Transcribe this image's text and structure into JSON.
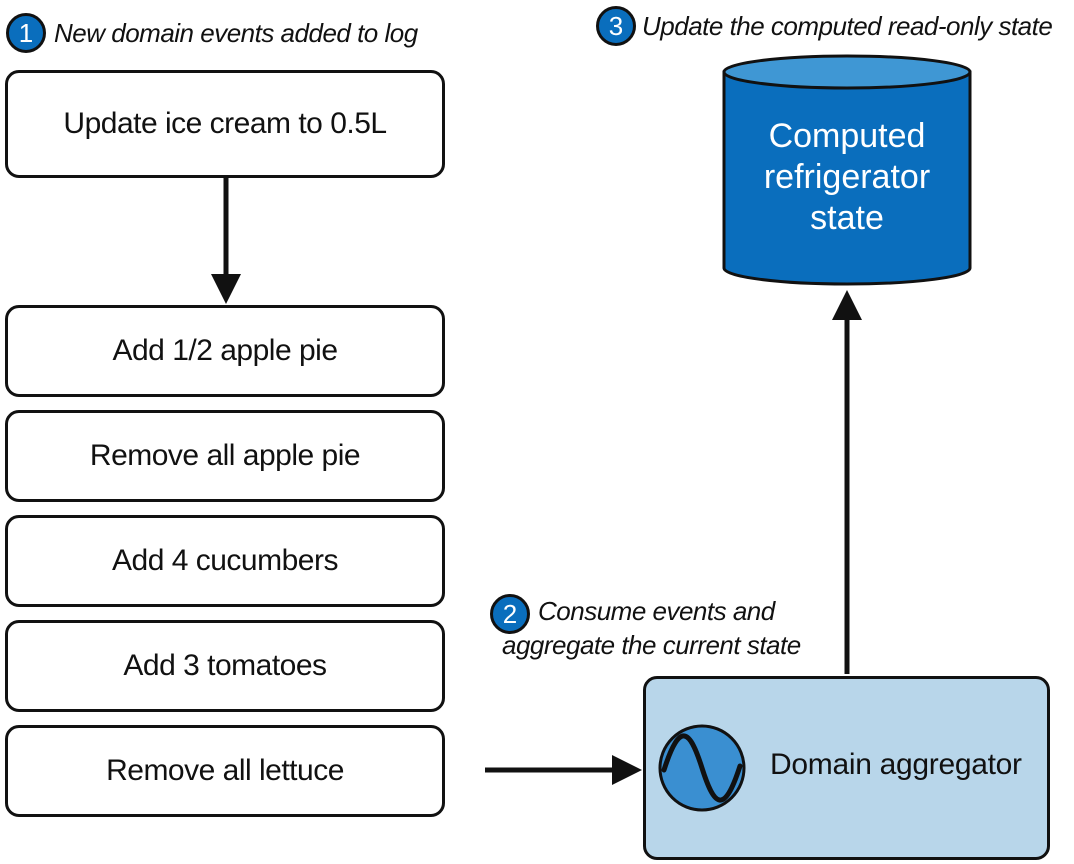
{
  "steps": {
    "step1": {
      "number": "1",
      "text": "New domain events added to log"
    },
    "step2": {
      "number": "2",
      "line1": "Consume events and",
      "line2": "aggregate the current state"
    },
    "step3": {
      "number": "3",
      "text": "Update the computed read-only state"
    }
  },
  "event_log": {
    "latest_event": "Update ice cream to 0.5L",
    "events": [
      "Add 1/2 apple pie",
      "Remove all apple pie",
      "Add 4 cucumbers",
      "Add 3 tomatoes",
      "Remove all lettuce"
    ]
  },
  "database": {
    "line1": "Computed",
    "line2": "refrigerator",
    "line3": "state"
  },
  "aggregator": {
    "label": "Domain aggregator",
    "icon": "sine-wave-icon"
  },
  "colors": {
    "badge": "#0a6ebd",
    "database_fill": "#0a6ebd",
    "database_top": "#3f97d4",
    "aggregator_fill": "#b8d6ea",
    "aggregator_icon": "#3a8fd1"
  }
}
